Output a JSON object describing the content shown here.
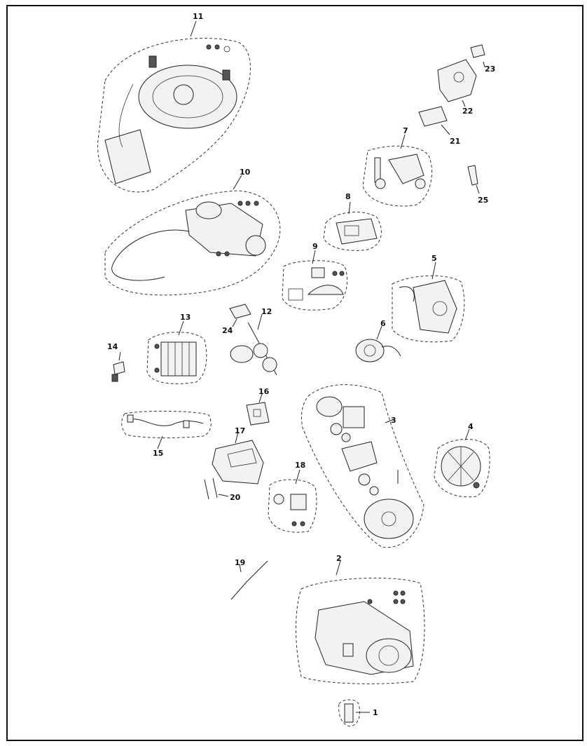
{
  "diagram": {
    "callouts": [
      "1",
      "2",
      "3",
      "4",
      "5",
      "6",
      "7",
      "8",
      "9",
      "10",
      "11",
      "12",
      "13",
      "14",
      "15",
      "16",
      "17",
      "18",
      "19",
      "20",
      "21",
      "22",
      "23",
      "24",
      "25"
    ]
  },
  "colors": {
    "line": "#222222",
    "background": "#ffffff"
  }
}
